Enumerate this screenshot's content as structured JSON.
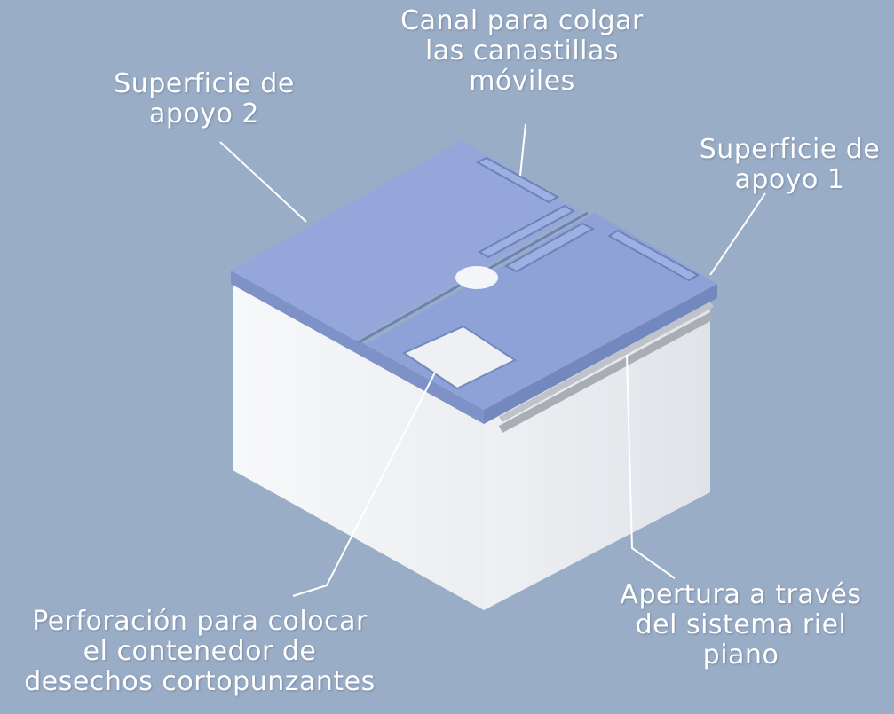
{
  "labels": {
    "canal": {
      "line1": "Canal para colgar",
      "line2": "las canastillas",
      "line3": "móviles"
    },
    "sup2": {
      "line1": "Superficie de",
      "line2": "apoyo 2"
    },
    "sup1": {
      "line1": "Superficie de",
      "line2": "apoyo 1"
    },
    "perforacion": {
      "line1": "Perforación para colocar",
      "line2": "el contenedor de",
      "line3": "desechos cortopunzantes"
    },
    "apertura": {
      "line1": "Apertura a través",
      "line2": "del sistema riel",
      "line3": "piano"
    }
  },
  "colors": {
    "background": "#9aadc6",
    "lid": "#8fa2d8",
    "lid_edge": "#6f82b8",
    "box_left": "#f2f3f5",
    "box_right": "#e6e8ec",
    "leader": "#ffffff",
    "rail": "#b8bcc2"
  }
}
